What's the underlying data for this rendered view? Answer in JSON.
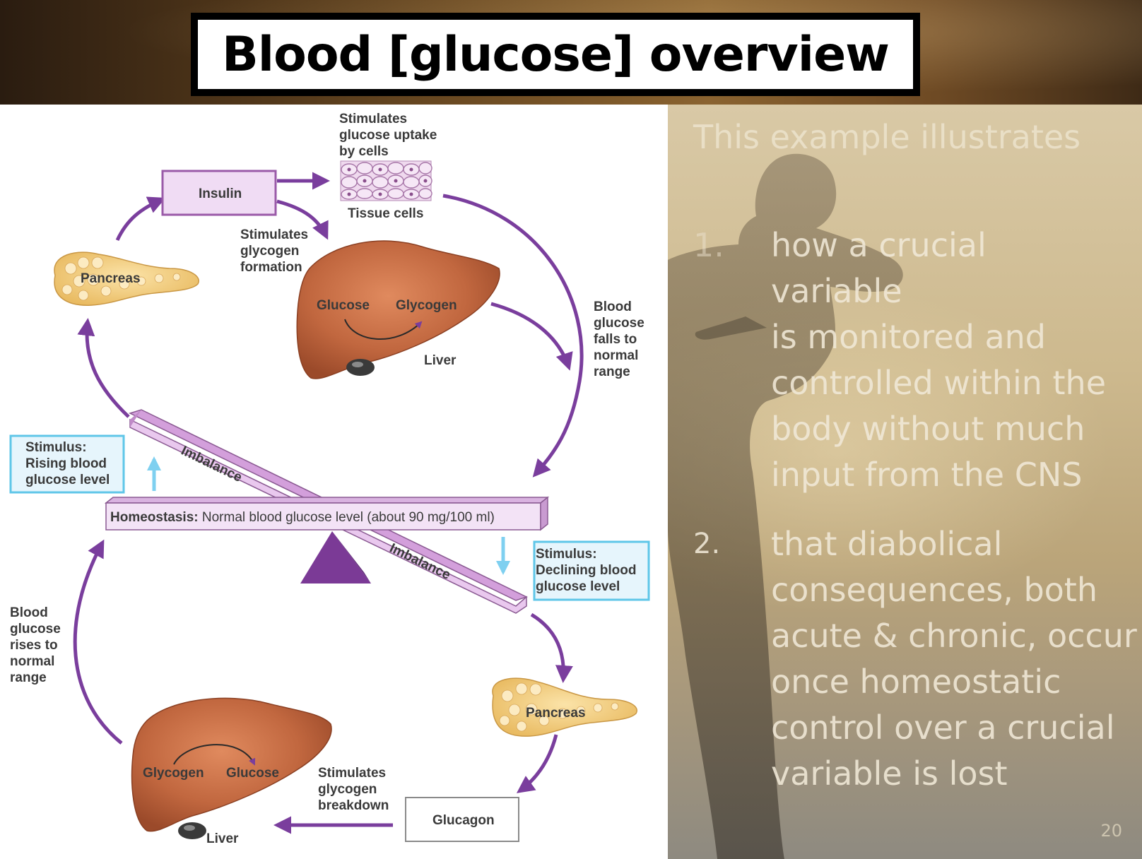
{
  "title": "Blood [glucose] overview",
  "diagram": {
    "top_right_note": [
      "Stimulates",
      "glucose uptake",
      "by cells"
    ],
    "tissue_cells": "Tissue cells",
    "insulin": "Insulin",
    "glycogen_formation_note": [
      "Stimulates",
      "glycogen",
      "formation"
    ],
    "pancreas_top": "Pancreas",
    "liver_top": {
      "glucose": "Glucose",
      "glycogen": "Glycogen",
      "label": "Liver"
    },
    "falls_note": [
      "Blood",
      "glucose",
      "falls to",
      "normal",
      "range"
    ],
    "stimulus_rising": [
      "Stimulus:",
      "Rising blood",
      "glucose level"
    ],
    "imbalance_top": "Imbalance",
    "homeostasis_bold": "Homeostasis:",
    "homeostasis_rest": " Normal blood glucose level (about 90 mg/100 ml)",
    "imbalance_bottom": "Imbalance",
    "stimulus_declining": [
      "Stimulus:",
      "Declining blood",
      "glucose level"
    ],
    "rises_note": [
      "Blood",
      "glucose",
      "rises to",
      "normal",
      "range"
    ],
    "pancreas_bottom": "Pancreas",
    "liver_bottom": {
      "glycogen": "Glycogen",
      "glucose": "Glucose",
      "label": "Liver"
    },
    "breakdown_note": [
      "Stimulates",
      "glycogen",
      "breakdown"
    ],
    "glucagon": "Glucagon",
    "colors": {
      "arrow": "#7a3e9d",
      "box_purple_fill": "#f0dcf4",
      "box_blue_border": "#5fc6e8",
      "box_blue_fill": "#e6f5fc",
      "liver": "#c1673f",
      "pancreas": "#f2cf85"
    }
  },
  "right_panel": {
    "intro": "This example illustrates",
    "points": [
      {
        "number": "1.",
        "lines": [
          "how a crucial variable",
          "is monitored and",
          "controlled within the",
          "body without much",
          "input from the CNS"
        ]
      },
      {
        "number": "2.",
        "lines": [
          "that diabolical",
          "consequences, both",
          "acute & chronic, occur",
          "once homeostatic",
          "control over a crucial",
          "variable is lost"
        ]
      }
    ],
    "page_number": "20"
  }
}
